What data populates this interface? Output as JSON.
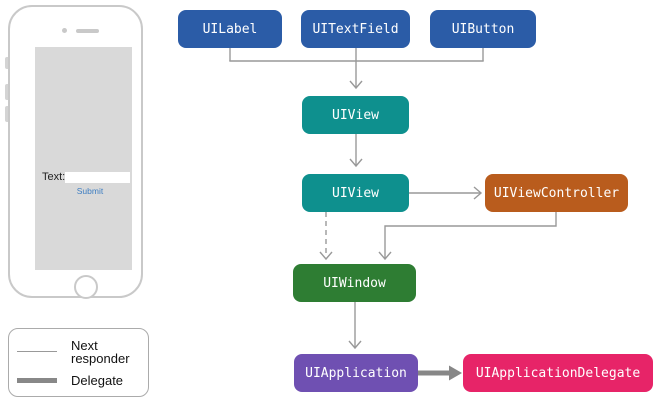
{
  "diagram": {
    "nodes": [
      {
        "label": "UILabel",
        "color": "#2B5CA7"
      },
      {
        "label": "UITextField",
        "color": "#2B5CA7"
      },
      {
        "label": "UIButton",
        "color": "#2B5CA7"
      },
      {
        "label": "UIView",
        "color": "#0E908E"
      },
      {
        "label": "UIView",
        "color": "#0E908E"
      },
      {
        "label": "UIViewController",
        "color": "#B95C1D"
      },
      {
        "label": "UIWindow",
        "color": "#2E7D33"
      },
      {
        "label": "UIApplication",
        "color": "#6F50B2"
      },
      {
        "label": "UIApplicationDelegate",
        "color": "#E72468"
      }
    ],
    "arrow_colors": {
      "next_responder": "#999999",
      "delegate": "#878787"
    }
  },
  "phone": {
    "text_label": "Text:",
    "input_value": "",
    "submit_label": "Submit"
  },
  "legend": {
    "next_responder_label": "Next responder",
    "delegate_label": "Delegate"
  }
}
